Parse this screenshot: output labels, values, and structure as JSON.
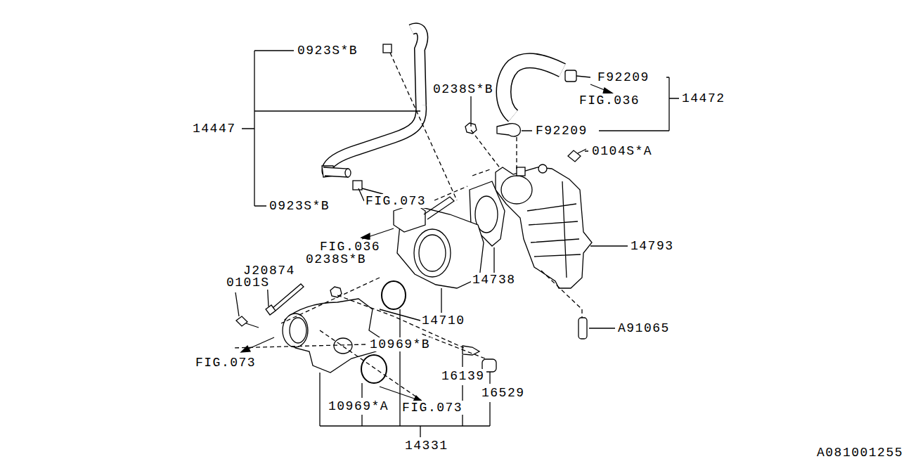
{
  "diagram": {
    "labels": [
      "0923S*B",
      "14447",
      "0923S*B",
      "FIG.073",
      "0238S*B",
      "F92209",
      "FIG.036",
      "14472",
      "F92209",
      "0104S*A",
      "14793",
      "FIG.036",
      "0238S*B",
      "J20874",
      "0101S",
      "14738",
      "14710",
      "10969*B",
      "FIG.073",
      "16139",
      "16529",
      "A91065",
      "10969*A",
      "FIG.073",
      "14331",
      "A081001255"
    ]
  }
}
